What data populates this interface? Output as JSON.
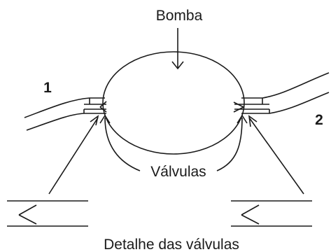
{
  "diagram": {
    "pump_label": "Bomba",
    "valves_label": "Válvulas",
    "inlet_label": "1",
    "outlet_label": "2",
    "detail_caption": "Detalhe das válvulas"
  },
  "colors": {
    "stroke": "#1a1a1a",
    "background": "#ffffff"
  }
}
